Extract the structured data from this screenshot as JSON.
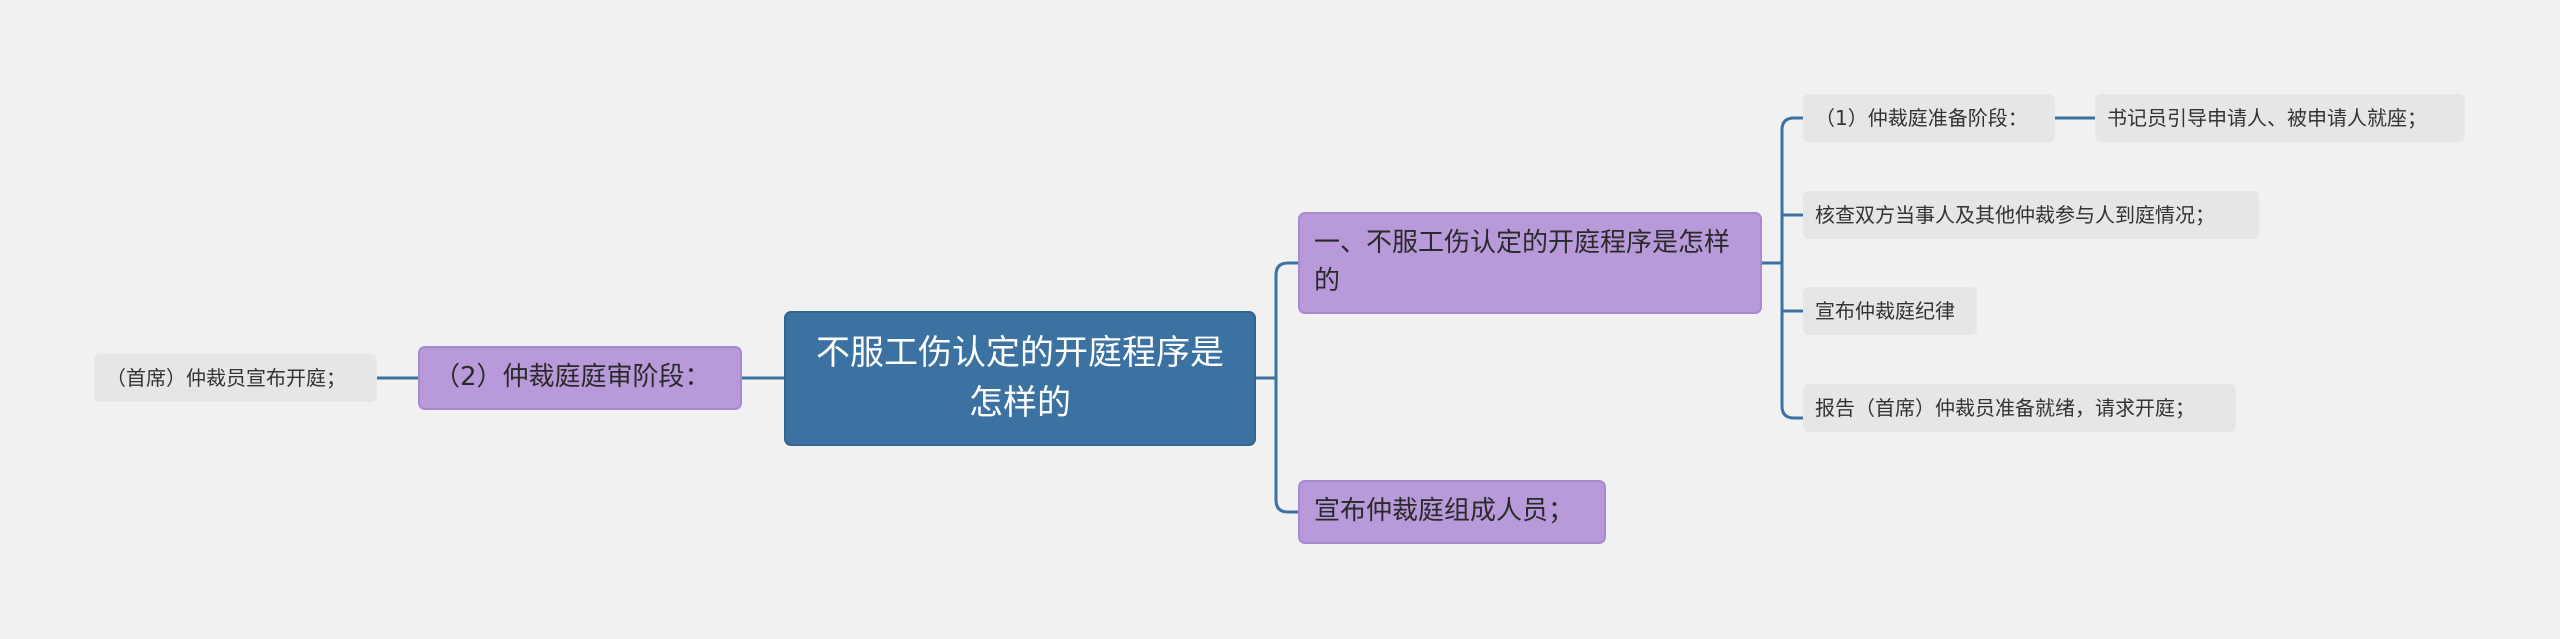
{
  "colors": {
    "background": "#f1f1f1",
    "root_fill": "#3c72a1",
    "branch_fill": "#b899da",
    "leaf_fill": "#e6e6e6",
    "connector": "#3c72a1"
  },
  "root": {
    "text": "不服工伤认定的开庭程序是怎样的"
  },
  "right_branches": [
    {
      "text": "一、不服工伤认定的开庭程序是怎样的",
      "children": [
        {
          "text": "（1）仲裁庭准备阶段：",
          "children": [
            {
              "text": "书记员引导申请人、被申请人就座；"
            }
          ]
        },
        {
          "text": "核查双方当事人及其他仲裁参与人到庭情况；"
        },
        {
          "text": "宣布仲裁庭纪律"
        },
        {
          "text": "报告（首席）仲裁员准备就绪，请求开庭；"
        }
      ]
    },
    {
      "text": "宣布仲裁庭组成人员；"
    }
  ],
  "left_branches": [
    {
      "text": "（2）仲裁庭庭审阶段：",
      "children": [
        {
          "text": "（首席）仲裁员宣布开庭；"
        }
      ]
    }
  ]
}
